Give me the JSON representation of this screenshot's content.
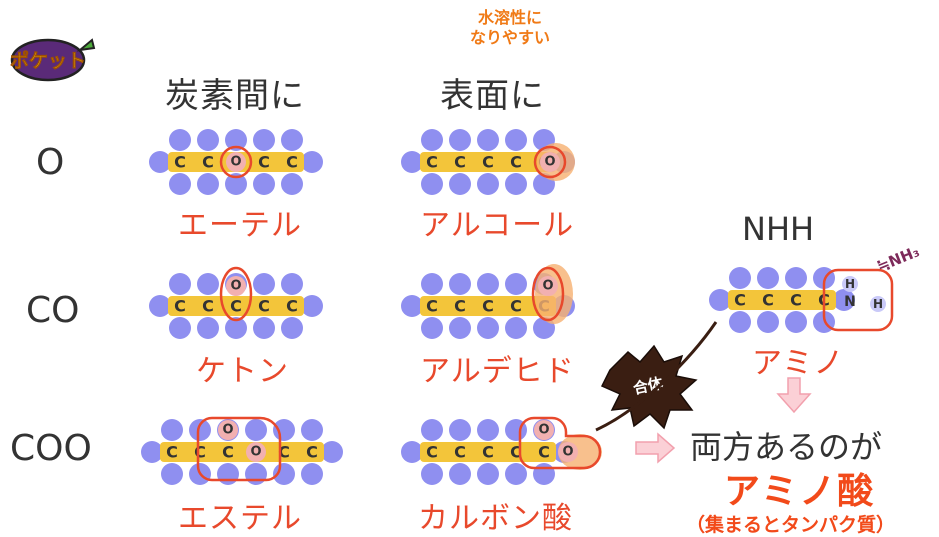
{
  "logo": {
    "text": "ポケット",
    "icon": "eggplant-logo-icon"
  },
  "headers": {
    "between_carbons": "炭素間に",
    "on_surface": "表面に"
  },
  "surface_note": [
    "水溶性に",
    "なりやすい"
  ],
  "row_labels": [
    "O",
    "CO",
    "COO"
  ],
  "compounds": {
    "ether": "エーテル",
    "alcohol": "アルコール",
    "ketone": "ケトン",
    "aldehyde": "アルデヒド",
    "ester": "エステル",
    "carboxylic_acid": "カルボン酸",
    "amine": "アミノ"
  },
  "nhh_label": "NHH",
  "nh3_label": "≒NH₃",
  "burst_text": "合体",
  "conclusion": {
    "line1": "両方あるのが",
    "line2": "アミノ酸",
    "line3": "（集まるとタンパク質）"
  },
  "atoms": {
    "carbon": "C",
    "oxygen": "O",
    "nitrogen": "N",
    "hydrogen": "H"
  },
  "colors": {
    "hydrogen": "#8f8ff0",
    "carbon_bond": "#f3c53a",
    "oxygen": "#f07070",
    "label": "#e8492c"
  }
}
